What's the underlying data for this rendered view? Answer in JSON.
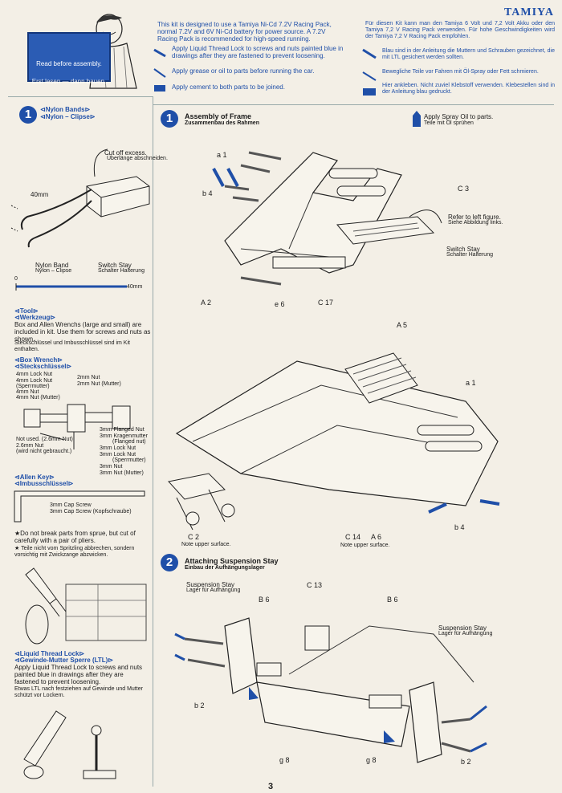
{
  "brand": "TAMIYA",
  "page_number": "3",
  "header": {
    "notice_en": "This kit is designed to use a Tamiya Ni-Cd 7.2V Racing Pack, normal 7.2V and 6V Ni-Cd battery for power source. A 7.2V Racing Pack is recommended for high-speed running.",
    "legend_en": [
      "Apply Liquid Thread Lock to screws and nuts painted blue in drawings after they are fastened to prevent loosening.",
      "Apply grease or oil to parts before running the car.",
      "Apply cement to both parts to be joined."
    ],
    "notice_de": "Für diesen Kit kann man den Tamiya 6 Volt und 7,2 Volt Akku oder den Tamiya 7,2 V Racing Pack verwenden. Für hohe Geschwindigkeiten wird der Tamiya 7,2 V Racing Pack empfohlen.",
    "legend_de": [
      "Blau sind in der Anleitung die Muttern und Schrauben gezeichnet, die mit LTL gesichert werden sollten.",
      "Bewegliche Teile vor Fahren mit Öl-Spray oder Fett schmieren.",
      "Hier ankleben. Nicht zuviel Klebstoff verwenden. Klebestellen sind in der Anleitung blau gedruckt."
    ]
  },
  "read_before": {
    "en": "Read before assembly.",
    "de": "Erst lesen — dann bauen."
  },
  "nylon": {
    "step": "1",
    "title_en": "⊲Nylon Bands⊳",
    "title_de": "⊲Nylon – Clipse⊳",
    "cut_en": "Cut off excess.",
    "cut_de": "Überlänge abschneiden.",
    "len": "40mm",
    "band_en": "Nylon Band",
    "band_de": "Nylon – Clipse",
    "stay_en": "Switch Stay",
    "stay_de": "Schalter Halterung",
    "scale_start": "0",
    "scale_end": "40mm"
  },
  "tool": {
    "title_en": "⊲Tool⊳",
    "title_de": "⊲Werkzeug⊳",
    "text_en": "Box and Allen Wrenchs (large and small) are included in kit. Use them for screws and nuts as shown.",
    "text_de": "Steckschlüssel und Imbusschlüssel sind im Kit enthalten."
  },
  "box_wrench": {
    "title_en": "⊲Box Wrench⊳",
    "title_de": "⊲Steckschlüssel⊳",
    "lock_nut_en": "4mm Lock Nut",
    "lock_nut_de": "4mm Lock Nut",
    "lock_nut_de2": "(Sperrmutter)",
    "nut4_en": "4mm Nut",
    "nut4_de": "4mm Nut (Mutter)",
    "nut2_en": "2mm Nut",
    "nut2_de": "2mm Nut (Mutter)",
    "notused_en": "Not used. (2.6mm Nut)",
    "notused_de": "2.6mm Nut",
    "notused_de2": "(wird nicht gebraucht.)",
    "flanged_en": "3mm Flanged Nut",
    "flanged_de": "3mm Kragenmutter",
    "flanged_de2": "(Flanged nut)",
    "lock3_en": "3mm Lock Nut",
    "lock3_de": "3mm Lock Nut",
    "lock3_de2": "(Sperrmutter)",
    "nut3_en": "3mm Nut",
    "nut3_de": "3mm Nut (Mutter)"
  },
  "allen_key": {
    "title_en": "⊲Allen Key⊳",
    "title_de": "⊲Imbusschlüssel⊳",
    "cap_en": "3mm Cap Screw",
    "cap_de": "3mm Cap Screw (Kopfschraube)"
  },
  "sprue": {
    "en": "★Do not break parts from sprue, but cut of carefully with a pair of pliers.",
    "de": "★ Teile nicht vom Spritzling abbrechen, sondern vorsichtig mit Zwickzange abzwicken."
  },
  "ltl": {
    "title_en": "⊲Liquid Thread Lock⊳",
    "title_de": "⊲Gewinde-Mutter Sperre (LTL)⊳",
    "text_en": "Apply Liquid Thread Lock to screws and nuts painted blue in drawings after they are fastened to prevent loosening.",
    "text_de": "Etwas LTL nach festziehen auf Gewinde und Mutter schützt vor Lockern."
  },
  "step1": {
    "num": "1",
    "title_en": "Assembly of Frame",
    "title_de": "Zusammenbau des Rahmen",
    "spray_en": "Apply Spray Oil to parts.",
    "spray_de": "Teile mit Öl sprühen",
    "refer_en": "Refer to left figure.",
    "refer_de": "Siehe Abbildung links.",
    "switch_en": "Switch Stay",
    "switch_de": "Schalter Halterung",
    "labels": [
      "a 1",
      "b 4",
      "C 3",
      "A 2",
      "e 6",
      "C 17",
      "A 5",
      "a 1",
      "C 2",
      "C 14",
      "A 6",
      "b 4"
    ],
    "note_upper_c2": "Note upper surface.",
    "note_upper_a6": "Note upper surface."
  },
  "step2": {
    "num": "2",
    "title_en": "Attaching Suspension Stay",
    "title_de": "Einbau der Aufhängungslager",
    "stay_left_en": "Suspension Stay",
    "stay_left_de": "Lager für Aufhängung",
    "stay_right_en": "Suspension Stay",
    "stay_right_de": "Lager für Aufhängung",
    "labels": [
      "B 6",
      "C 13",
      "B 6",
      "b 2",
      "g 8",
      "g 8",
      "b 2"
    ]
  },
  "colors": {
    "accent": "#1f4fa8",
    "paper": "#f3efe6",
    "ink": "#1a1a1a"
  }
}
